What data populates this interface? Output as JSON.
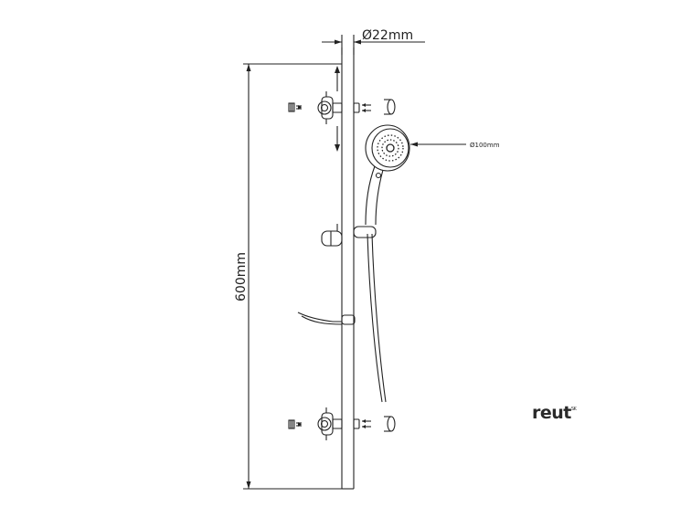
{
  "dimensions": {
    "bar_diameter": "Ø22mm",
    "height": "600mm",
    "head_diameter": "Ø100mm"
  },
  "brand": {
    "name": "reut",
    "mark": "SK"
  },
  "colors": {
    "line": "#222222",
    "background": "#ffffff"
  }
}
